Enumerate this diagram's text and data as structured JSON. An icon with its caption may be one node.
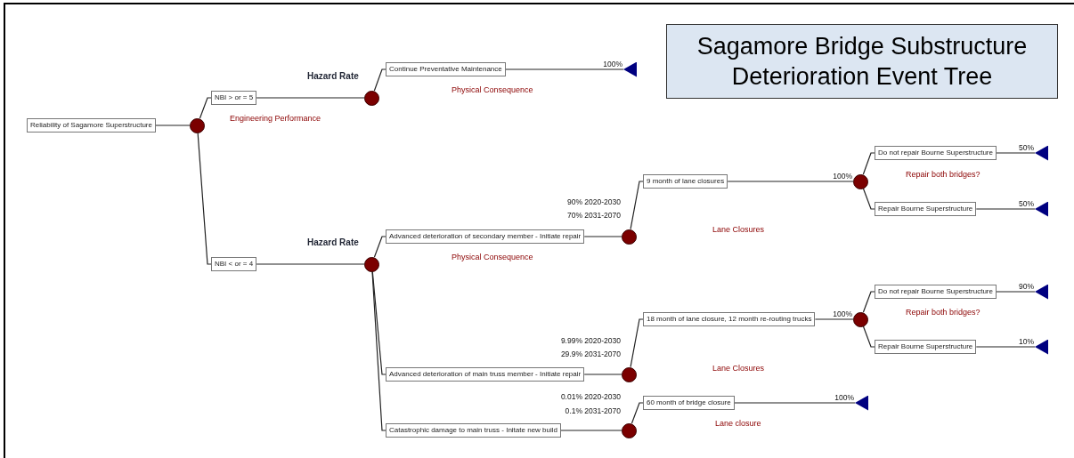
{
  "diagram": {
    "title": "Sagamore Bridge Substructure Deterioration Event Tree",
    "nodes": [
      {
        "text": [
          "Reliability of Sagamore Superstructure"
        ]
      },
      {
        "text": [],
        "shape": "circle"
      },
      {
        "text": [
          "NBI > or = 5"
        ]
      },
      {
        "text": [],
        "shape": "circle"
      },
      {
        "text": [
          "Continue Preventative Maintenance"
        ]
      },
      {
        "text": [],
        "shape": "triangle"
      },
      {
        "text": [
          "NBI < or = 4"
        ]
      },
      {
        "text": [],
        "shape": "circle"
      },
      {
        "text": [
          "Advanced deterioration of secondary member - Initiate repair"
        ]
      },
      {
        "text": [],
        "shape": "circle"
      },
      {
        "text": [
          "9 month of lane closures"
        ]
      },
      {
        "text": [],
        "shape": "circle"
      },
      {
        "text": [
          "Do not repair Bourne Superstructure"
        ]
      },
      {
        "text": [],
        "shape": "triangle"
      },
      {
        "text": [
          "Repair Bourne Superstructure"
        ]
      },
      {
        "text": [],
        "shape": "triangle"
      },
      {
        "text": [
          "Advanced deterioration of main truss member - Initiate repair"
        ]
      },
      {
        "text": [],
        "shape": "circle"
      },
      {
        "text": [
          "18 month of lane closure, 12 month re-routing trucks"
        ]
      },
      {
        "text": [],
        "shape": "circle"
      },
      {
        "text": [
          "Do not repair Bourne Superstructure"
        ]
      },
      {
        "text": [],
        "shape": "triangle"
      },
      {
        "text": [
          "Repair Bourne Superstructure"
        ]
      },
      {
        "text": [],
        "shape": "triangle"
      },
      {
        "text": [
          "Catastrophic damage to main truss - Initate new build"
        ]
      },
      {
        "text": [],
        "shape": "circle"
      },
      {
        "text": [
          "60 month of bridge closure"
        ]
      },
      {
        "text": [],
        "shape": "triangle"
      }
    ],
    "edges": [
      {
        "from": 0,
        "to": 1,
        "arrow": "none"
      },
      {
        "from": 1,
        "to": 2,
        "arrow": "none"
      },
      {
        "from": 2,
        "to": 3,
        "arrow": "none"
      },
      {
        "from": 3,
        "to": 4,
        "arrow": "none"
      },
      {
        "from": 4,
        "to": 5,
        "arrow": "none",
        "label": "100%"
      },
      {
        "from": 1,
        "to": 6,
        "arrow": "none"
      },
      {
        "from": 6,
        "to": 7,
        "arrow": "none"
      },
      {
        "from": 7,
        "to": 8,
        "arrow": "none"
      },
      {
        "from": 8,
        "to": 9,
        "arrow": "none"
      },
      {
        "from": 9,
        "to": 10,
        "arrow": "none"
      },
      {
        "from": 10,
        "to": 11,
        "arrow": "none",
        "label": "100%"
      },
      {
        "from": 11,
        "to": 12,
        "arrow": "none"
      },
      {
        "from": 12,
        "to": 13,
        "arrow": "none",
        "label": "50%"
      },
      {
        "from": 11,
        "to": 14,
        "arrow": "none"
      },
      {
        "from": 14,
        "to": 15,
        "arrow": "none",
        "label": "50%"
      },
      {
        "from": 7,
        "to": 16,
        "arrow": "none"
      },
      {
        "from": 16,
        "to": 17,
        "arrow": "none"
      },
      {
        "from": 17,
        "to": 18,
        "arrow": "none"
      },
      {
        "from": 18,
        "to": 19,
        "arrow": "none",
        "label": "100%"
      },
      {
        "from": 19,
        "to": 20,
        "arrow": "none"
      },
      {
        "from": 20,
        "to": 21,
        "arrow": "none",
        "label": "90%"
      },
      {
        "from": 19,
        "to": 22,
        "arrow": "none"
      },
      {
        "from": 22,
        "to": 23,
        "arrow": "none",
        "label": "10%"
      },
      {
        "from": 7,
        "to": 24,
        "arrow": "none"
      },
      {
        "from": 24,
        "to": 25,
        "arrow": "none"
      },
      {
        "from": 25,
        "to": 26,
        "arrow": "none"
      },
      {
        "from": 26,
        "to": 27,
        "arrow": "none",
        "label": "100%"
      }
    ],
    "labels": [
      "Hazard Rate",
      "Physical Consequence",
      "Engineering Performance",
      "90% 2020-2030",
      "70% 2031-2070",
      "Repair both bridges?",
      "Lane Closures",
      "Hazard Rate",
      "Physical Consequence",
      "9.99% 2020-2030",
      "29.9% 2031-2070",
      "Repair both bridges?",
      "Lane Closures",
      "0.01% 2020-2030",
      "0.1% 2031-2070",
      "Lane closure"
    ]
  }
}
